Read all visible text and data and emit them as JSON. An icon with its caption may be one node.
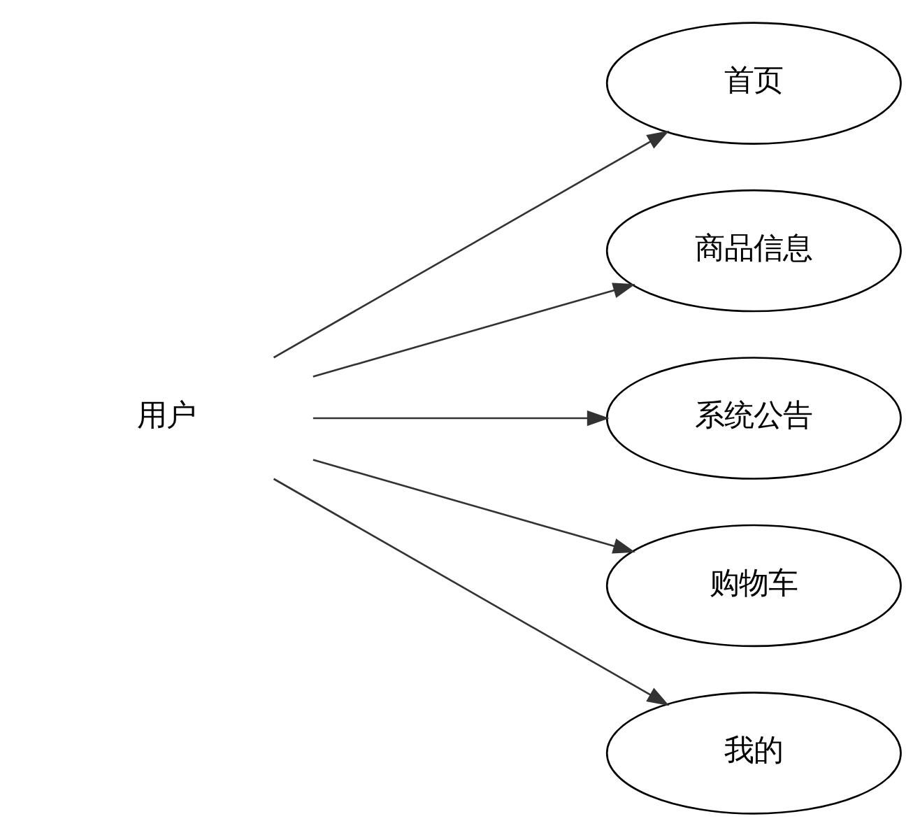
{
  "diagram": {
    "nodes": [
      {
        "text": [
          "用户"
        ]
      },
      {
        "text": [
          "首页"
        ]
      },
      {
        "text": [
          "商品信息"
        ]
      },
      {
        "text": [
          "系统公告"
        ]
      },
      {
        "text": [
          "购物车"
        ]
      },
      {
        "text": [
          "我的"
        ]
      }
    ],
    "edges": [
      {
        "from": 0,
        "to": 1,
        "arrow": "to"
      },
      {
        "from": 0,
        "to": 2,
        "arrow": "to"
      },
      {
        "from": 0,
        "to": 3,
        "arrow": "to"
      },
      {
        "from": 0,
        "to": 4,
        "arrow": "to"
      },
      {
        "from": 0,
        "to": 5,
        "arrow": "to"
      }
    ]
  }
}
